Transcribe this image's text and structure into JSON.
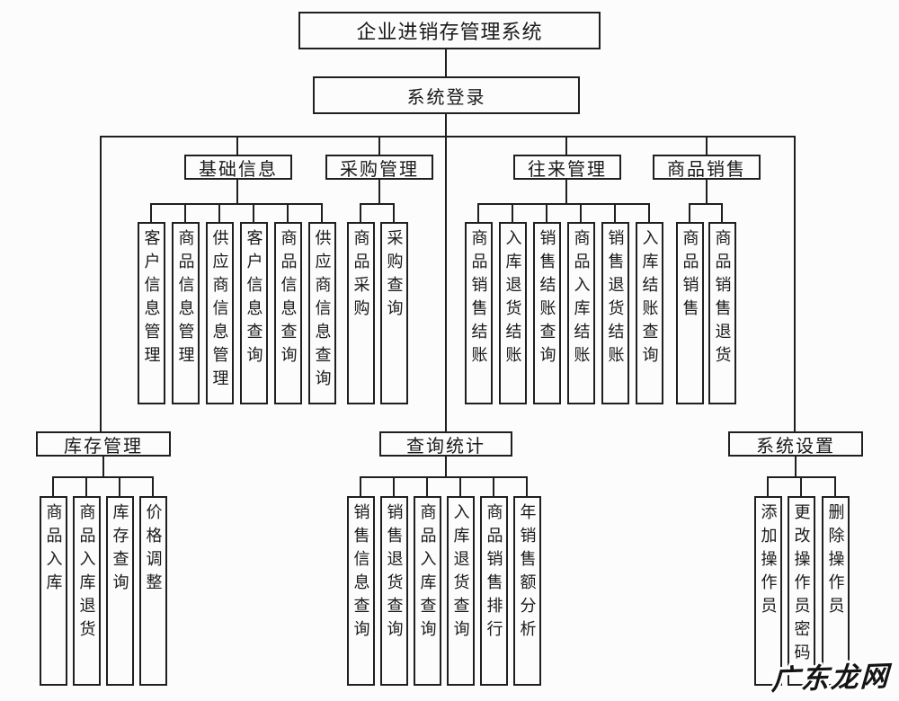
{
  "diagram": {
    "root": {
      "label": "企业进销存管理系统"
    },
    "login": {
      "label": "系统登录"
    },
    "modules": [
      {
        "label": "基础信息",
        "children": [
          "客户信息管理",
          "商品信息管理",
          "供应商信息管理",
          "客户信息查询",
          "商品信息查询",
          "供应商信息查询"
        ]
      },
      {
        "label": "采购管理",
        "children": [
          "商品采购",
          "采购查询"
        ]
      },
      {
        "label": "往来管理",
        "children": [
          "商品销售结账",
          "入库退货结账",
          "销售结账查询",
          "商品入库结账",
          "销售退货结账",
          "入库结账查询"
        ]
      },
      {
        "label": "商品销售",
        "children": [
          "商品销售",
          "商品销售退货"
        ]
      },
      {
        "label": "库存管理",
        "children": [
          "商品入库",
          "商品入库退货",
          "库存查询",
          "价格调整"
        ]
      },
      {
        "label": "查询统计",
        "children": [
          "销售信息查询",
          "销售退货查询",
          "商品入库查询",
          "入库退货查询",
          "商品销售排行",
          "年销售额分析"
        ]
      },
      {
        "label": "系统设置",
        "children": [
          "添加操作员",
          "更改操作员密码",
          "删除操作员"
        ]
      }
    ],
    "colors": {
      "line": "#1f1f1f",
      "background": "#fcfcfc",
      "text": "#1a1a1a"
    },
    "watermark": {
      "text": "广东龙网"
    }
  }
}
